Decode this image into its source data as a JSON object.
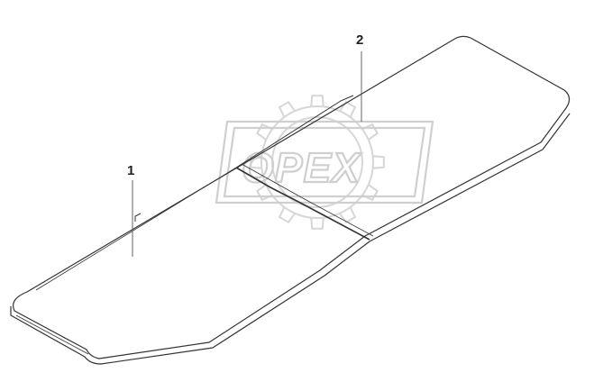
{
  "diagram": {
    "callouts": [
      {
        "id": "1",
        "label": "1"
      },
      {
        "id": "2",
        "label": "2"
      }
    ],
    "watermark": {
      "text": "OPEX"
    },
    "colors": {
      "line": "#333333",
      "watermark": "#cfcfcf",
      "background": "#ffffff"
    }
  }
}
